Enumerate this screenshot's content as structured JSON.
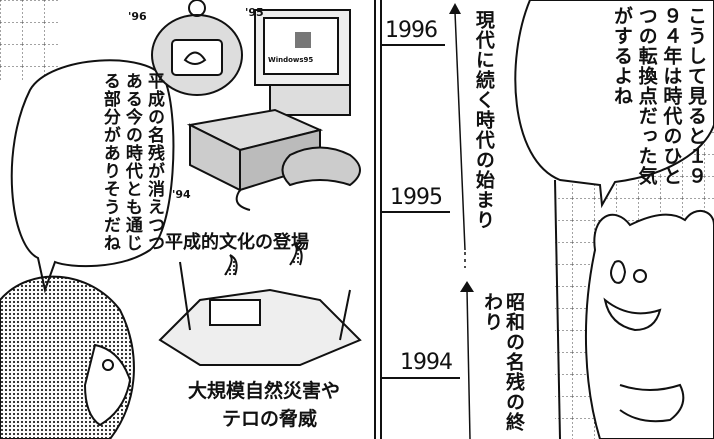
{
  "speech_right": {
    "text": "こうして見ると１９９４年は時代のひとつの転換点だった気がするよね"
  },
  "speech_left": {
    "text": "平成の名残が消えつつある今の時代とも通じる部分がありそうだね"
  },
  "timeline": {
    "years": [
      "1996",
      "1995",
      "1994"
    ],
    "arrow_upper_label": "現代に続く時代の始まり",
    "arrow_lower_label": "昭和の名残の終わり"
  },
  "captions": {
    "culture": "平成的文化の登場",
    "disaster_line1": "大規模自然災害や",
    "disaster_line2": "テロの脅威"
  },
  "item_labels": {
    "tamagotchi_year": "'96",
    "pc_year": "'95",
    "console_year": "'94",
    "pc_screen": "Windows95"
  }
}
